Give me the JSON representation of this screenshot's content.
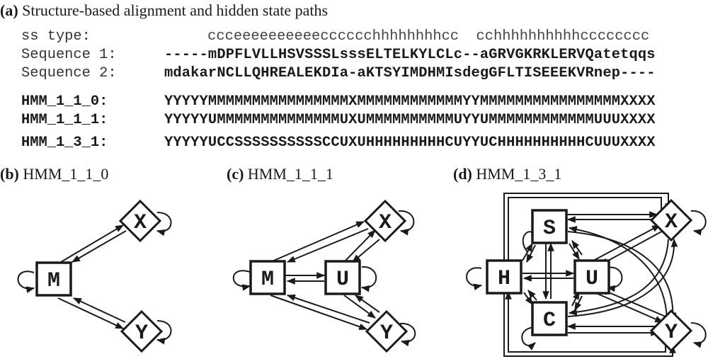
{
  "panel_a": {
    "letter": "(a)",
    "title": "Structure-based alignment and hidden state paths",
    "rows": [
      {
        "label": "ss type:",
        "value": "     ccceeeeeeeeeecccccchhhhhhhhcc  cchhhhhhhhhhcccccccc"
      },
      {
        "label": "Sequence 1:",
        "value": "-----mDPFLVLLHSVSSSLsssELTELKYLCLc--aGRVGKRKLERVQatetqqs"
      },
      {
        "label": "Sequence 2:",
        "value": "mdakarNCLLQHREALEKDIa-aKTSYIMDHMIsdegGFLTISEEEKVRnep----"
      },
      {
        "label": "HMM_1_1_0:",
        "value": "YYYYYMMMMMMMMMMMMMMMMXMMMMMMMMMMMMYYMMMMMMMMMMMMMMMMXXXX"
      },
      {
        "label": "HMM_1_1_1:",
        "value": "YYYYYUMMMMMMMMMMMMMMUXUMMMMMMMMMMUYYUMMMMMMMMMMMMUUUXXXX"
      },
      {
        "label": "HMM_1_3_1:",
        "value": "YYYYYUCCSSSSSSSSSSCCUXUHHHHHHHHHCUYYUCHHHHHHHHHHCUUUXXXX"
      }
    ]
  },
  "panel_b": {
    "letter": "(b)",
    "title": "HMM_1_1_0",
    "nodes": [
      "M",
      "X",
      "Y"
    ]
  },
  "panel_c": {
    "letter": "(c)",
    "title": "HMM_1_1_1",
    "nodes": [
      "M",
      "U",
      "X",
      "Y"
    ]
  },
  "panel_d": {
    "letter": "(d)",
    "title": "HMM_1_3_1",
    "nodes": [
      "S",
      "H",
      "U",
      "C",
      "X",
      "Y"
    ]
  },
  "colors": {
    "ink": "#1a1a1a",
    "background": "#ffffff"
  }
}
